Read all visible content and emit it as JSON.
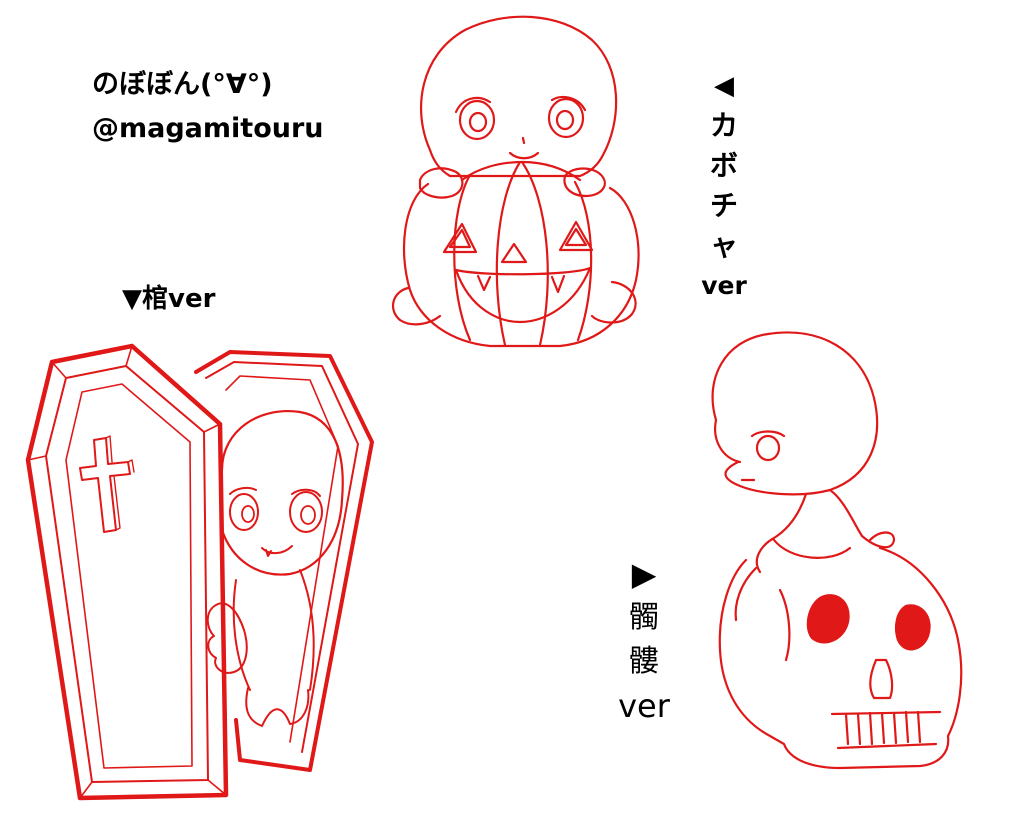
{
  "credit": {
    "name": "のぼぼん(°∀°)",
    "handle": "@magamitouru"
  },
  "labels": {
    "pumpkin": {
      "arrow": "◀",
      "chars": [
        "カ",
        "ボ",
        "チ",
        "ャ"
      ],
      "suffix": "ver"
    },
    "coffin": {
      "text": "▼棺ver"
    },
    "skull": {
      "arrow": "▶",
      "chars": [
        "髑",
        "髏"
      ],
      "suffix": "ver"
    }
  },
  "line_color": "#e01818"
}
